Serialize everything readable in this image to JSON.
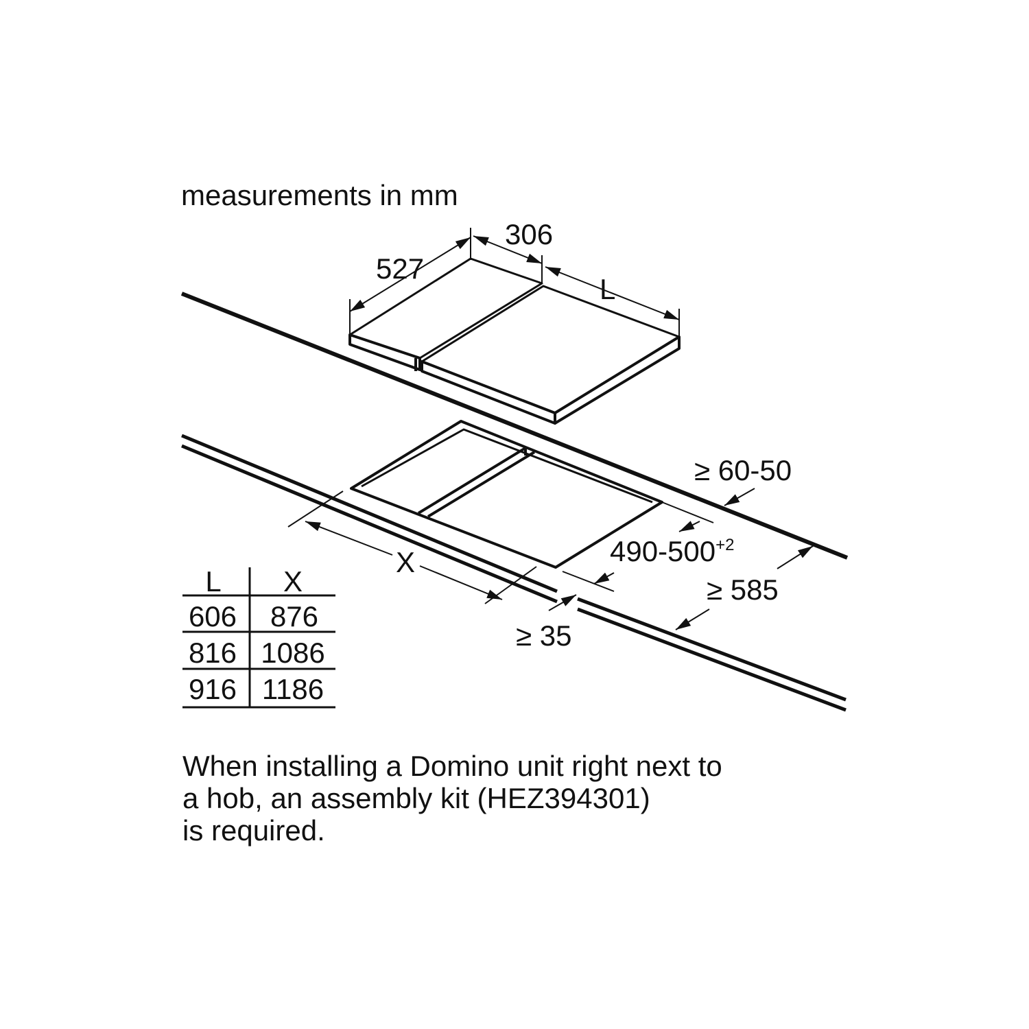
{
  "title": "measurements in mm",
  "dimensions": {
    "depth": "527",
    "width_unit": "306",
    "length_var": "L",
    "worktop_min": "≥ 60-50",
    "cutout_depth": "490-500",
    "cutout_tolerance": "+2",
    "cutout_length_var": "X",
    "min_depth": "≥ 585",
    "min_edge": "≥ 35"
  },
  "table": {
    "headers": [
      "L",
      "X"
    ],
    "rows": [
      [
        "606",
        "876"
      ],
      [
        "816",
        "1086"
      ],
      [
        "916",
        "1186"
      ]
    ]
  },
  "note_lines": [
    "When installing a Domino unit right next to",
    "a hob, an assembly kit (HEZ394301)",
    "is required."
  ],
  "colors": {
    "line": "#111111",
    "background": "#ffffff"
  }
}
